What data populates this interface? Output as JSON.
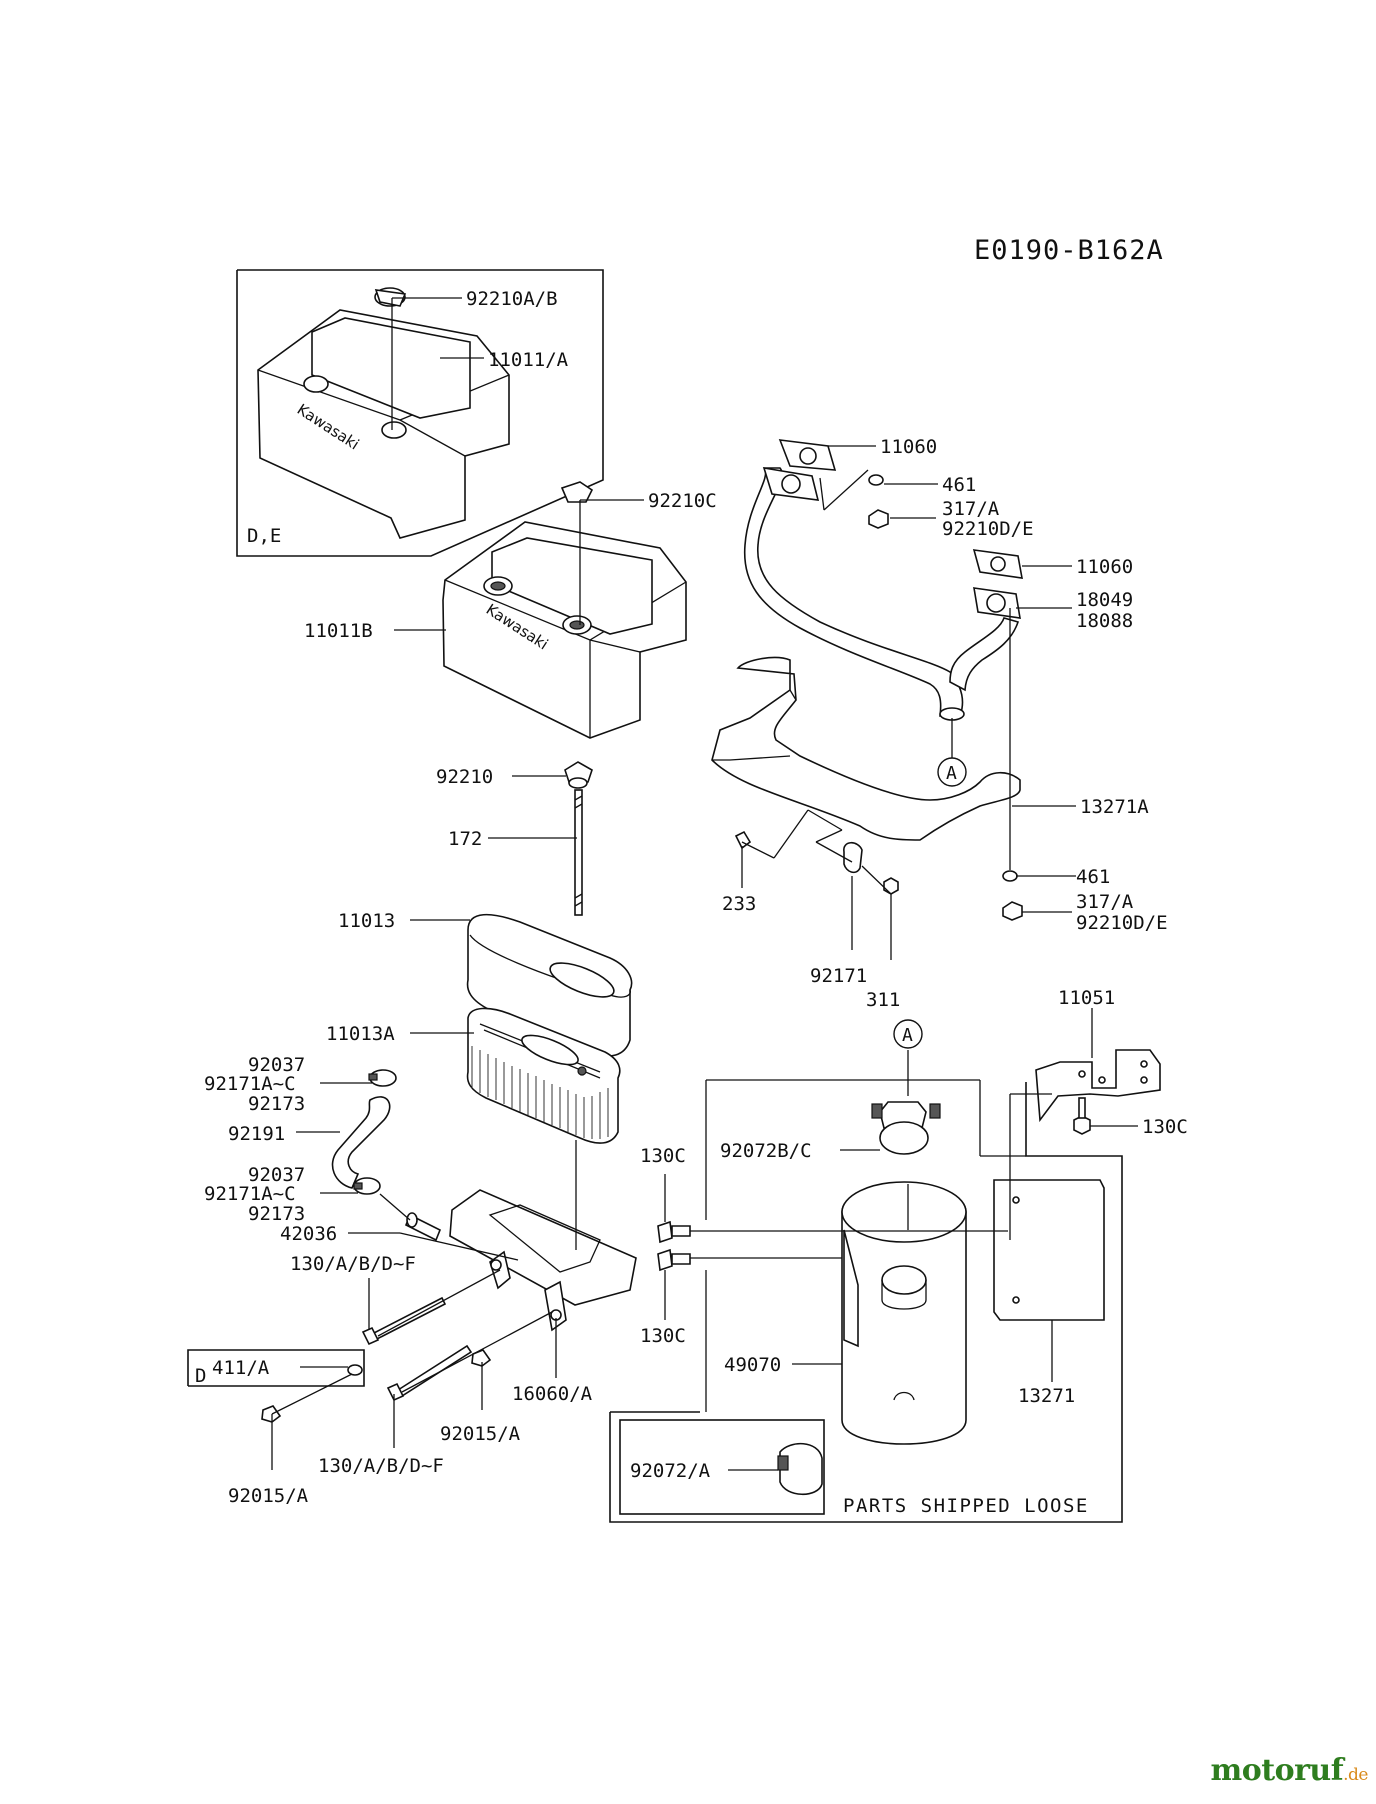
{
  "diagram_code": "E0190-B162A",
  "labels": {
    "p92210AB": "92210A/B",
    "p11011A": "11011/A",
    "pDE": "D,E",
    "p92210C": "92210C",
    "p11011B": "11011B",
    "p92210": "92210",
    "p172": "172",
    "p11013": "11013",
    "p11013A": "11013A",
    "p92037a": "92037",
    "p92171a": "92171A~C",
    "p92173a": "92173",
    "p92191": "92191",
    "p92037b": "92037",
    "p92171b": "92171A~C",
    "p92173b": "92173",
    "p42036": "42036",
    "p130a": "130/A/B/D~F",
    "pD": "D",
    "p411": "411/A",
    "p16060": "16060/A",
    "p92015a": "92015/A",
    "p130b": "130/A/B/D~F",
    "p92015b": "92015/A",
    "p11060a": "11060",
    "p461a": "461",
    "p317a": "317/A",
    "p92210Da": "92210D/E",
    "p11060b": "11060",
    "p18049": "18049",
    "p18088": "18088",
    "pA1": "A",
    "p13271A": "13271A",
    "p233": "233",
    "p461b": "461",
    "p317b": "317/A",
    "p92210Db": "92210D/E",
    "p92171": "92171",
    "p311": "311",
    "p11051": "11051",
    "pA2": "A",
    "p130Ca": "130C",
    "p92072BC": "92072B/C",
    "p130Cb": "130C",
    "p130Cc": "130C",
    "p49070": "49070",
    "p13271": "13271",
    "p92072A": "92072/A",
    "loose": "PARTS SHIPPED LOOSE"
  },
  "brand_logo_text": "Kawasaki",
  "watermark": {
    "main": "motoruf",
    "suffix": ".de"
  }
}
